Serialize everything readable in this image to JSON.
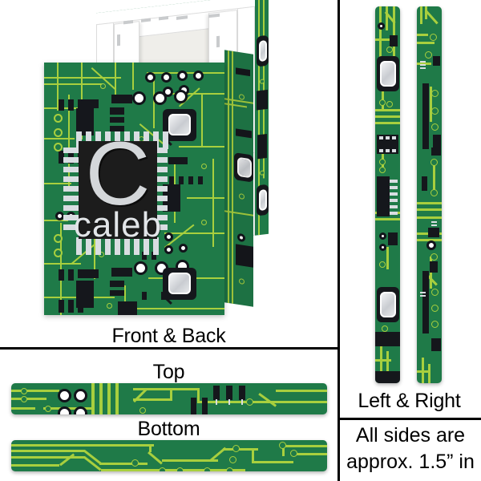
{
  "product": {
    "monogram_letter": "C",
    "monogram_name": "caleb",
    "pattern_name": "circuit-board"
  },
  "captions": {
    "front_back": "Front & Back",
    "top": "Top",
    "bottom": "Bottom",
    "left_right": "Left & Right"
  },
  "note": {
    "line1": "All sides are",
    "line2": "approx. 1.5” in"
  },
  "colors": {
    "pcb_green": "#1f7a48",
    "pcb_green_dark": "#17613a",
    "trace_yellow_green": "#a8cf3e",
    "chip_black": "#15171c",
    "chip_silver": "#d9dde2",
    "monogram_chip": "#1c1c1c",
    "monogram_text": "#d4d7da",
    "frame_white": "#ffffff",
    "divider_black": "#000000"
  }
}
